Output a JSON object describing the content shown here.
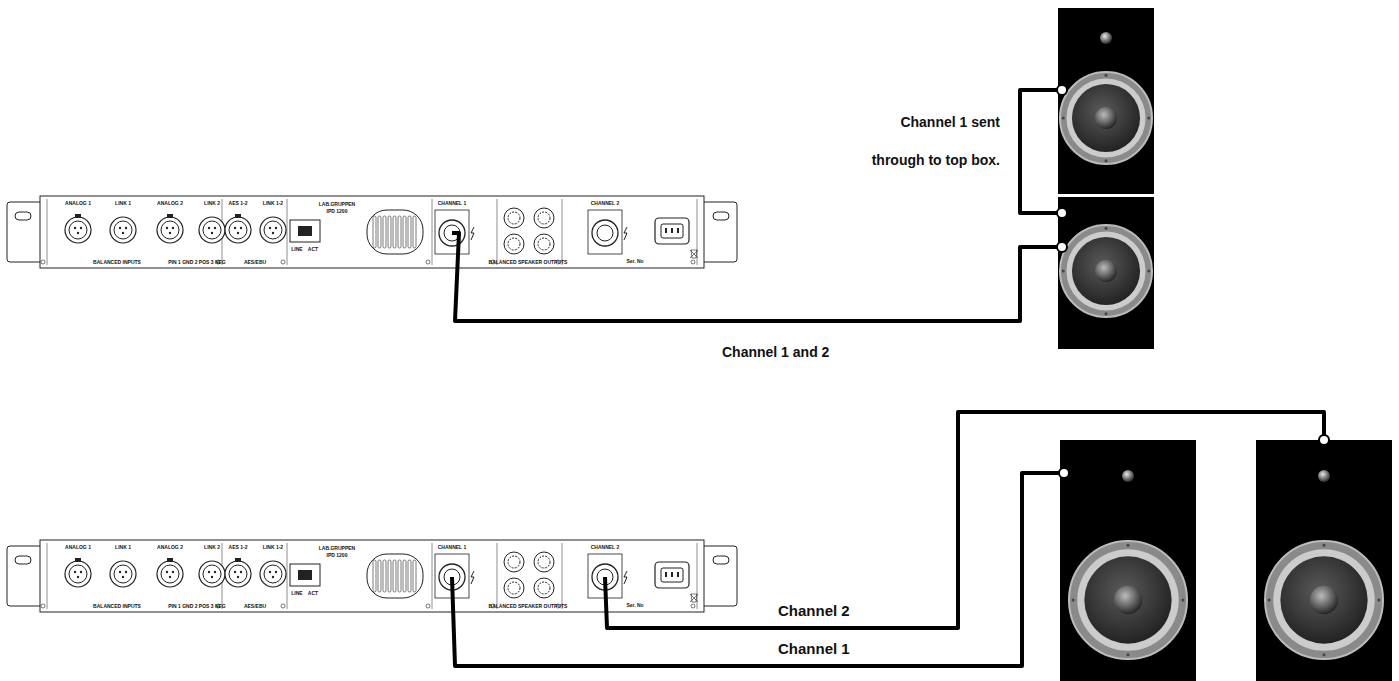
{
  "diagram": {
    "nodes": [
      {
        "text": [
          "ANALOG 1",
          "LINK 1",
          "ANALOG 2",
          "LINK 2",
          "BALANCED INPUTS",
          "PIN 1 GND 2 POS 3 NEG",
          "AES 1-2",
          "LINK 1-2",
          "AES/EBU",
          "LINE",
          "ACT",
          "LAB.GRUPPEN",
          "IPD 1200",
          "CHANNEL 1",
          "BALANCED SPEAKER OUTPUTS",
          "CHANNEL 2",
          "Ser. No"
        ]
      },
      {
        "text": [
          "ANALOG 1",
          "LINK 1",
          "ANALOG 2",
          "LINK 2",
          "BALANCED INPUTS",
          "PIN 1 GND 2 POS 3 NEG",
          "AES 1-2",
          "LINK 1-2",
          "AES/EBU",
          "LINE",
          "ACT",
          "LAB.GRUPPEN",
          "IPD 1200",
          "CHANNEL 1",
          "BALANCED SPEAKER OUTPUTS",
          "CHANNEL 2",
          "Ser. No"
        ]
      }
    ],
    "labels": [
      "Channel 1 sent through to top box.",
      "Channel 1 and 2",
      "Channel 2",
      "Channel 1"
    ]
  }
}
